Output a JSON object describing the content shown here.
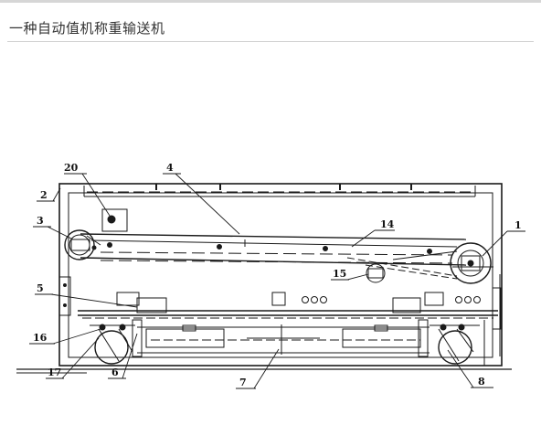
{
  "page": {
    "title": "一种自动值机称重输送机"
  },
  "drawing": {
    "labels": {
      "l1": "1",
      "l2": "2",
      "l3": "3",
      "l4": "4",
      "l5": "5",
      "l6": "6",
      "l7": "7",
      "l8": "8",
      "l14": "14",
      "l15": "15",
      "l16": "16",
      "l17": "17",
      "l20": "20"
    }
  }
}
